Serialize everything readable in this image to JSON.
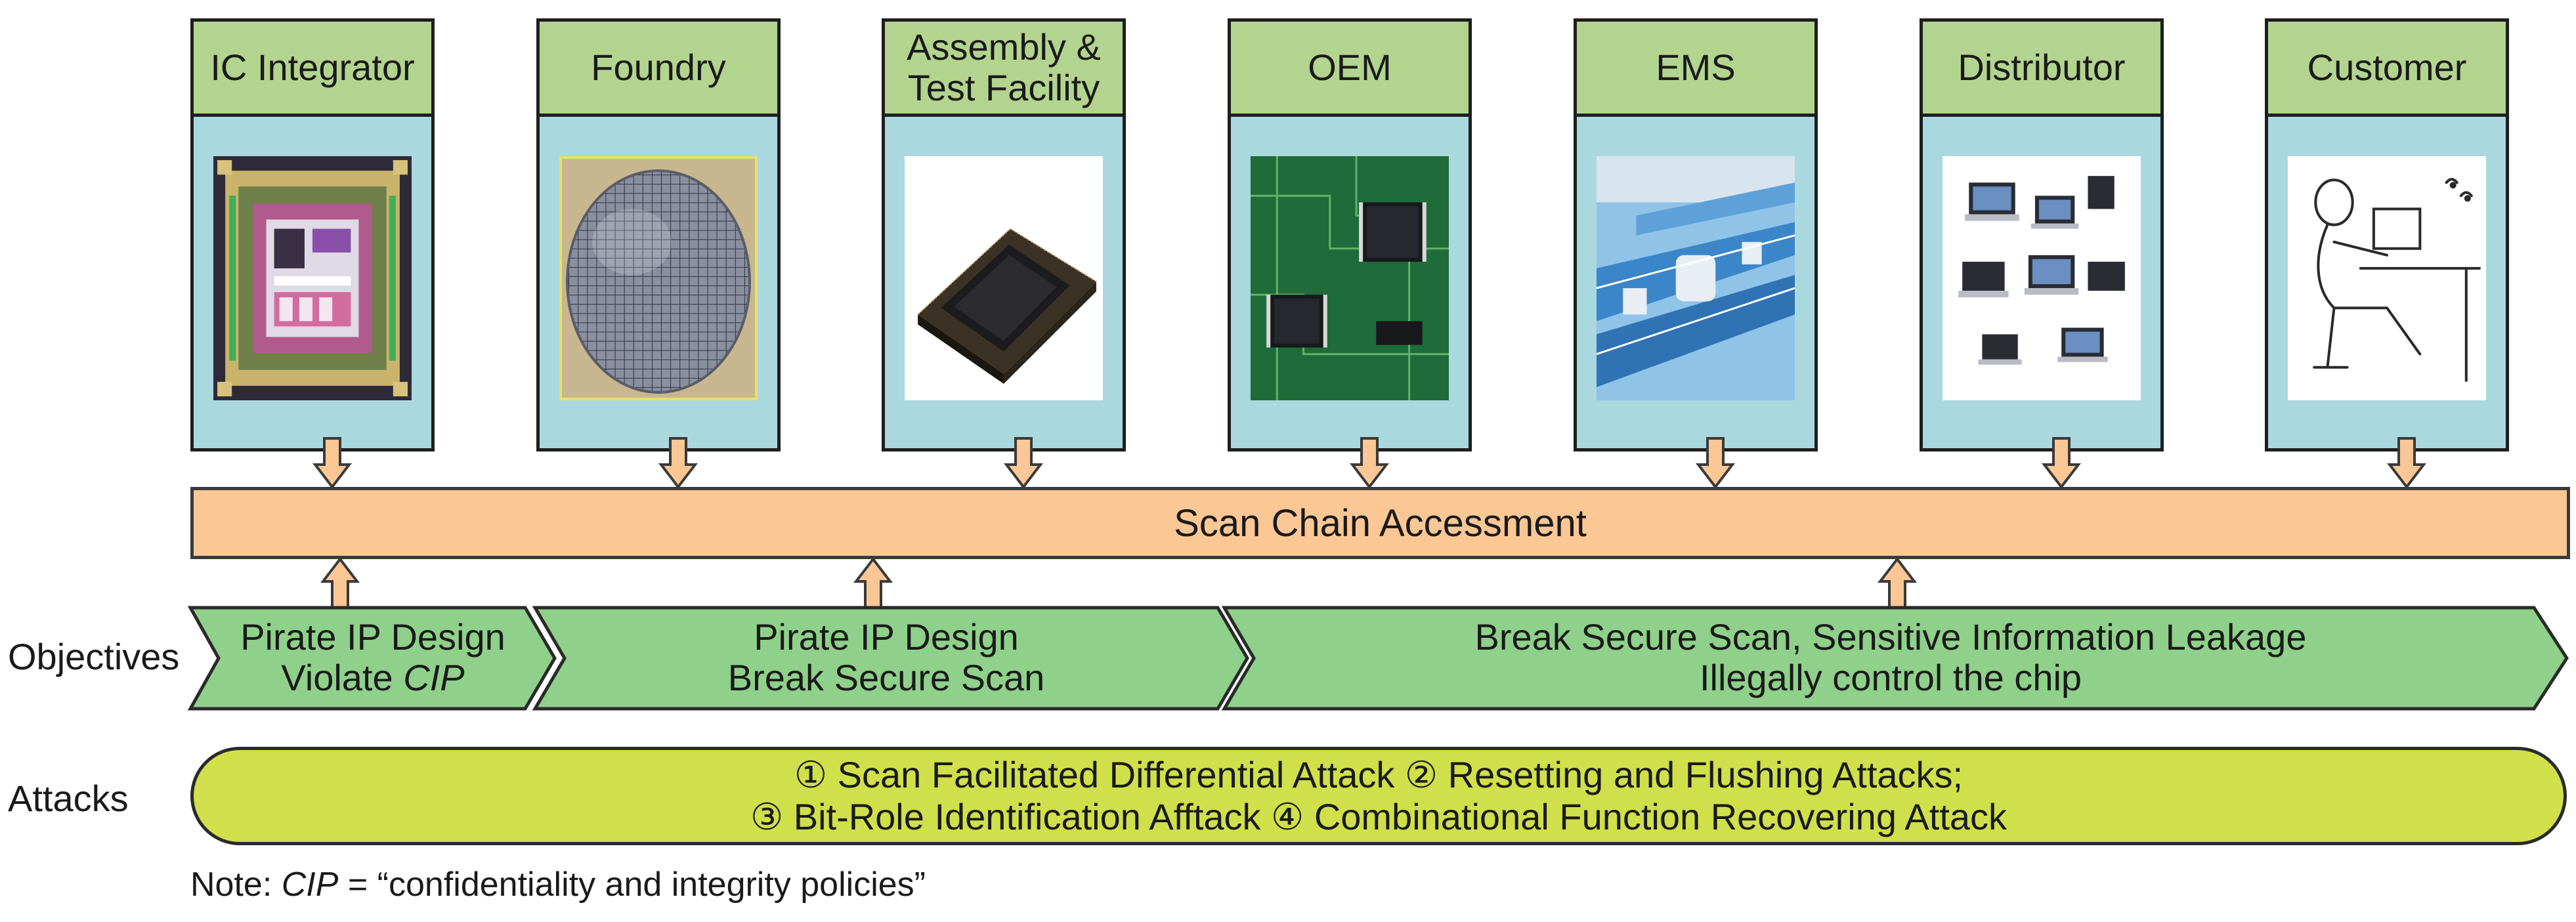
{
  "stages": [
    {
      "label": "IC Integrator",
      "image": "ic-layout-image"
    },
    {
      "label": "Foundry",
      "image": "wafer-image"
    },
    {
      "label": "Assembly &\nTest Facility",
      "image": "packaged-chip-image"
    },
    {
      "label": "OEM",
      "image": "circuit-board-image"
    },
    {
      "label": "EMS",
      "image": "assembly-line-image"
    },
    {
      "label": "Distributor",
      "image": "laptops-image"
    },
    {
      "label": "Customer",
      "image": "user-at-computer-image"
    }
  ],
  "scan_bar": {
    "label": "Scan Chain Accessment"
  },
  "objectives": {
    "label": "Objectives",
    "segments": [
      {
        "line1": "Pirate IP Design",
        "line2_prefix": "Violate ",
        "line2_em": "CIP"
      },
      {
        "line1": "Pirate IP Design",
        "line2": "Break Secure Scan"
      },
      {
        "line1": "Break Secure Scan, Sensitive Information Leakage",
        "line2": "Illegally control the chip"
      }
    ]
  },
  "attacks": {
    "label": "Attacks",
    "line1": "① Scan Facilitated Differential Attack ② Resetting and Flushing Attacks;",
    "line2": "③ Bit-Role Identification Afftack ④ Combinational Function Recovering Attack"
  },
  "note": {
    "prefix": "Note: ",
    "term": "CIP",
    "definition": " = “confidentiality and integrity policies”"
  },
  "colors": {
    "stage_header": "#b3d48f",
    "stage_body": "#a9d8df",
    "scan_bar": "#fac795",
    "objective_chevron": "#8fd08a",
    "attack_pill": "#cfe04a"
  }
}
